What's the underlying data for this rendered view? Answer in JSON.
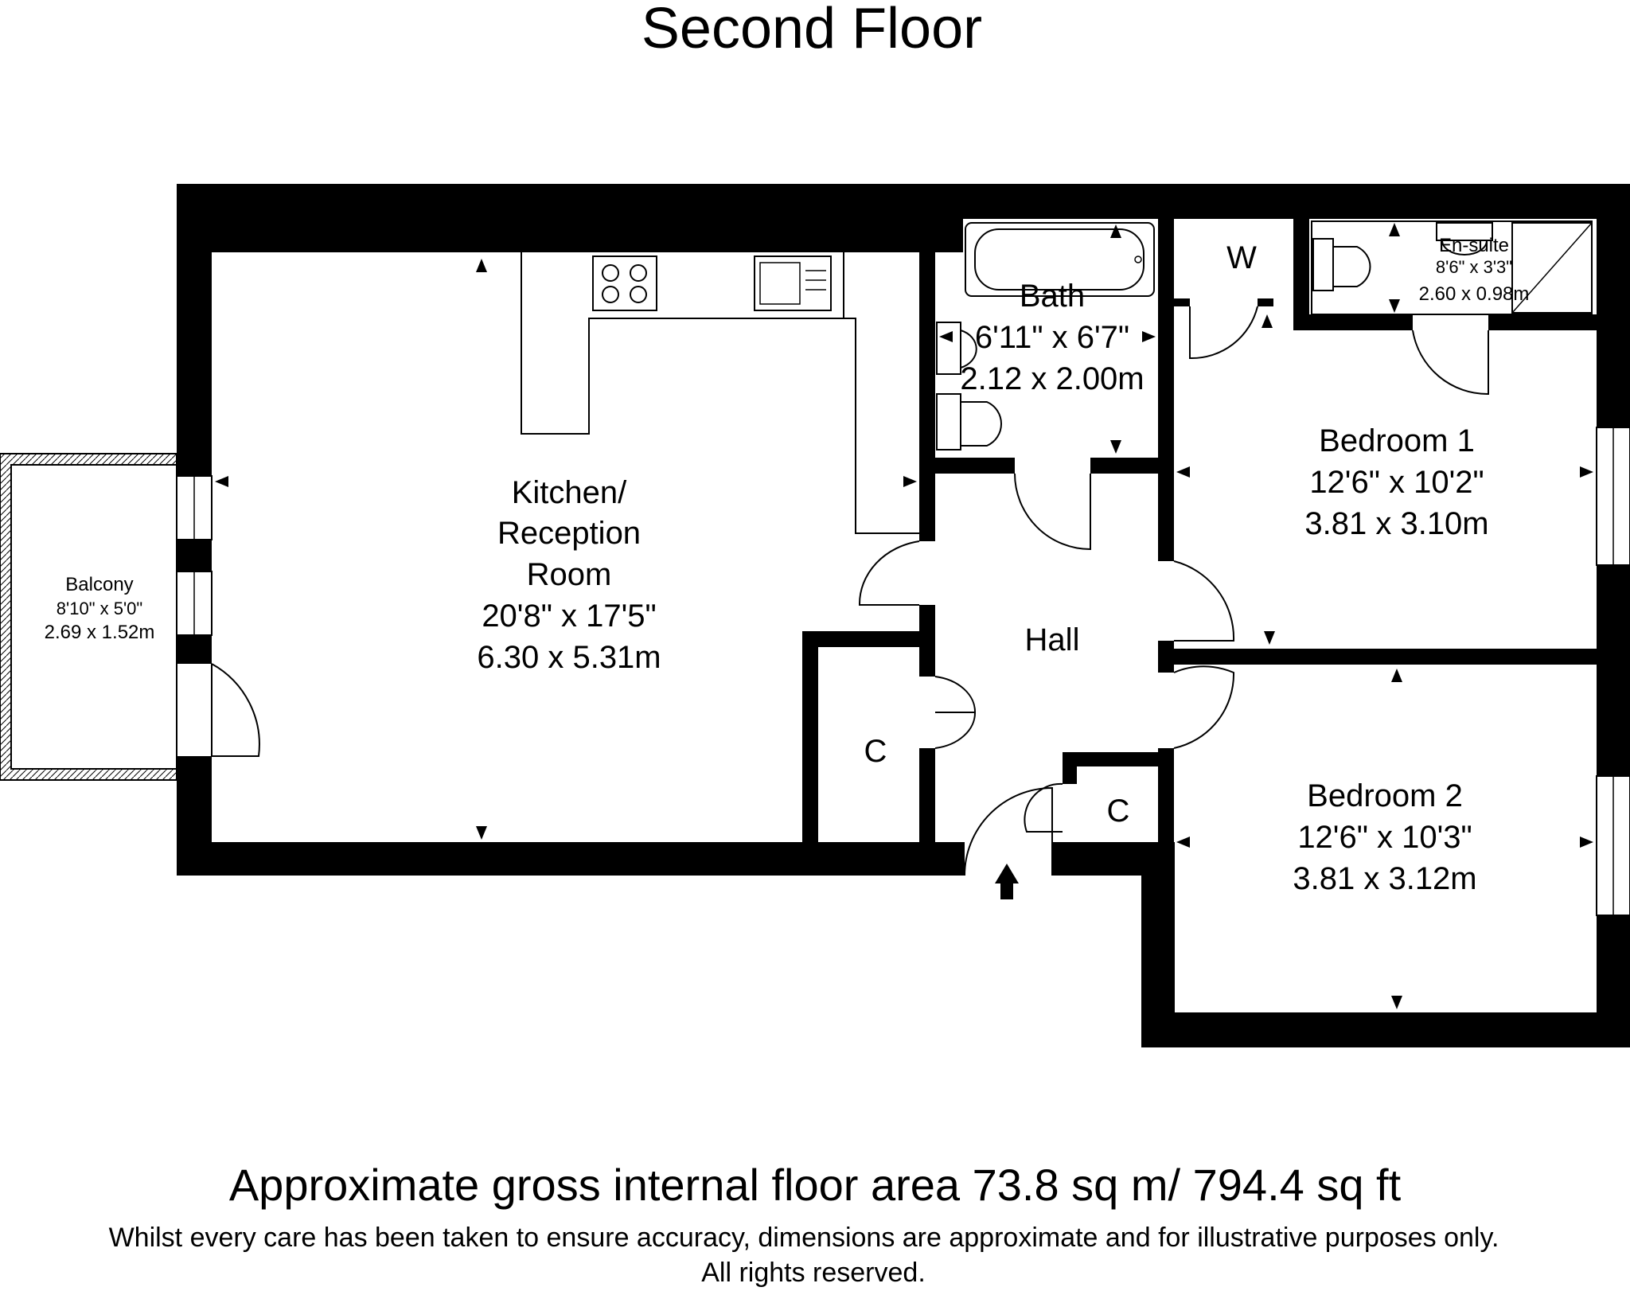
{
  "title": "Second Floor",
  "rooms": {
    "kitchen": {
      "name_lines": [
        "Kitchen/",
        "Reception",
        "Room"
      ],
      "imperial": "20'8\" x 17'5\"",
      "metric": "6.30 x 5.31m"
    },
    "bath": {
      "name": "Bath",
      "imperial": "6'11\" x 6'7\"",
      "metric": "2.12 x 2.00m"
    },
    "ensuite": {
      "name": "En-suite",
      "imperial": "8'6\" x 3'3\"",
      "metric": "2.60 x 0.98m"
    },
    "bedroom1": {
      "name": "Bedroom 1",
      "imperial": "12'6\" x 10'2\"",
      "metric": "3.81 x 3.10m"
    },
    "bedroom2": {
      "name": "Bedroom 2",
      "imperial": "12'6\" x 10'3\"",
      "metric": "3.81 x 3.12m"
    },
    "balcony": {
      "name": "Balcony",
      "imperial": "8'10\" x 5'0\"",
      "metric": "2.69 x 1.52m"
    },
    "hall": {
      "name": "Hall"
    },
    "wardrobe": {
      "name": "W"
    },
    "cupboard_left": {
      "name": "C"
    },
    "cupboard_right": {
      "name": "C"
    }
  },
  "footer": {
    "area": "Approximate gross internal floor area 73.8 sq m/ 794.4 sq ft",
    "disclaimer": "Whilst every care has been taken to ensure accuracy, dimensions are approximate and for illustrative purposes only.",
    "rights": "All rights reserved."
  }
}
